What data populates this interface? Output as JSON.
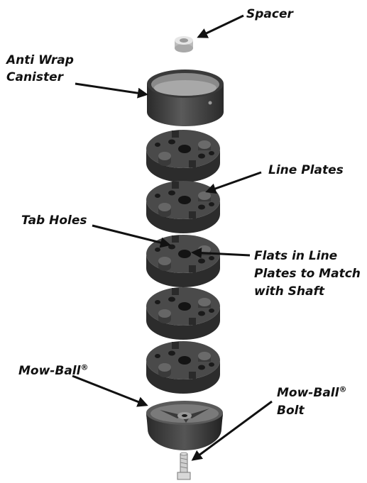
{
  "labels": {
    "spacer": "Spacer",
    "canister_line1": "Anti Wrap",
    "canister_line2": "Canister",
    "line_plates": "Line Plates",
    "tab_holes": "Tab Holes",
    "flats_line1": "Flats in Line",
    "flats_line2": "Plates to Match",
    "flats_line3": "with Shaft",
    "mow_ball": "Mow-Ball",
    "mow_ball_bolt_line1": "Mow-Ball",
    "mow_ball_bolt_line2": "Bolt",
    "registered_mark": "®"
  },
  "colors": {
    "part_dark": "#3c3c3c",
    "part_mid": "#2a2a2a",
    "part_light": "#6e6e6e",
    "arrow": "#111111",
    "spacer": "#d9d9d9"
  }
}
